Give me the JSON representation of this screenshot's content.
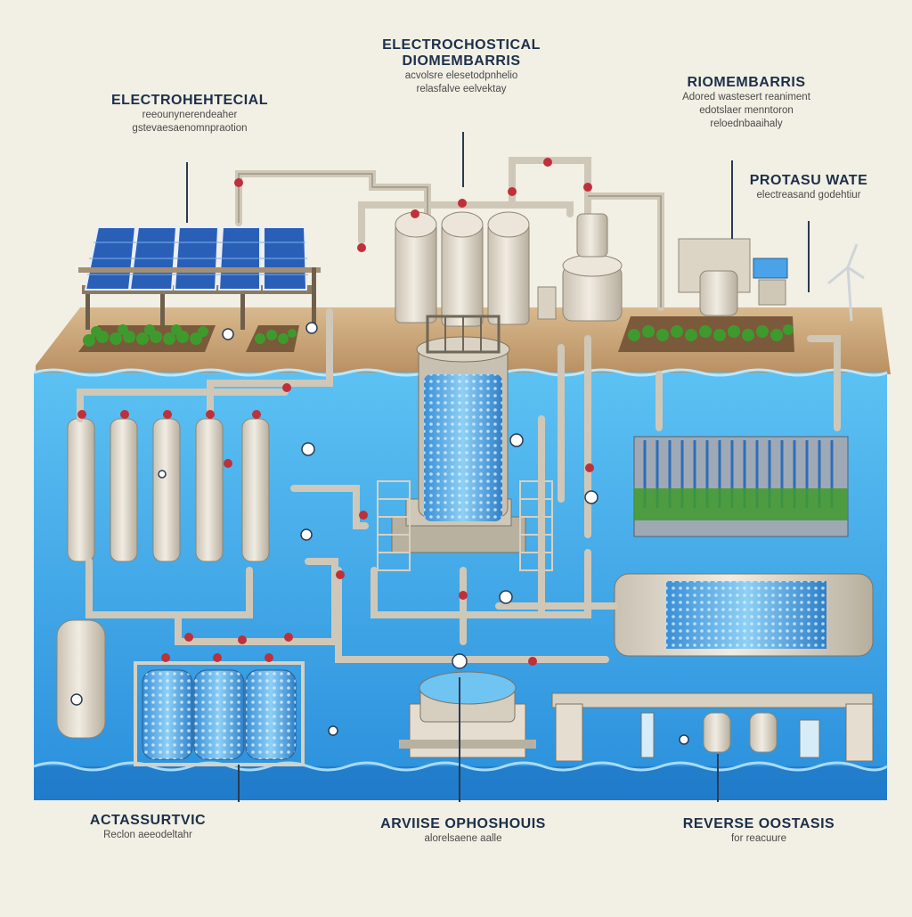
{
  "labels": {
    "top_left": {
      "title": "ELECTROHEHTECIAL",
      "sub1": "reeounynerendeaher",
      "sub2": "gstevaesaenomnpraotion"
    },
    "top_center": {
      "title1": "ELECTROCHOSTICAL",
      "title2": "DIOMEMBARRIS",
      "sub1": "acvolsre elesetodpnhelio",
      "sub2": "relasfalve eelvektay"
    },
    "top_right": {
      "title": "RIOMEMBARRIS",
      "sub1": "Adored wastesert reaniment",
      "sub2": "edotslaer menntoron",
      "sub3": "reloednbaaihaly"
    },
    "right_mid": {
      "title": "PROTASU WATE",
      "sub1": "electreasand godehtiur"
    },
    "bottom_left": {
      "title": "ACTASSURTVIC",
      "sub1": "Reclon aeeodeltahr"
    },
    "bottom_center": {
      "title": "ARVIISE OPHOSHOUIS",
      "sub1": "alorelsaene aalle"
    },
    "bottom_right": {
      "title": "REVERSE OOSTASIS",
      "sub1": "for reacuure"
    }
  },
  "colors": {
    "background": "#f2efe4",
    "water": "#3aa8e8",
    "water_dark": "#1e7fc9",
    "ground": "#c8a57a",
    "pipe": "#cfc8b8",
    "valve": "#c0303a",
    "tank": "#e4ddd0",
    "solar": "#2a5fb8",
    "plants": "#3f9a2e",
    "label_text": "#1c2f4a"
  }
}
